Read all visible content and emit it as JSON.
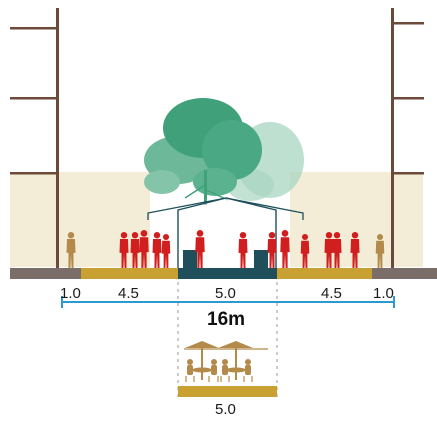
{
  "colors": {
    "building": "#6b4a3a",
    "sidewalk": "#7b6e68",
    "path": "#c9a032",
    "pavilion": "#1e4f5a",
    "tree": "#3fa07a",
    "tree_light": "#a8d5c2",
    "people_red": "#d11f1f",
    "people_tan": "#b38a4a",
    "dimension": "#2b9ad1",
    "haze": "#f3ecd6"
  },
  "dimensions": {
    "segments": [
      {
        "label": "1.0",
        "value": 1.0
      },
      {
        "label": "4.5",
        "value": 4.5
      },
      {
        "label": "5.0",
        "value": 5.0
      },
      {
        "label": "4.5",
        "value": 4.5
      },
      {
        "label": "1.0",
        "value": 1.0
      }
    ],
    "total_label": "16m",
    "total_value": 16,
    "inset_label": "5.0",
    "inset_value": 5.0
  },
  "icons": {
    "tree": "tree-icon",
    "pavilion": "pavilion-icon",
    "pedestrian": "pedestrian-icon",
    "cafe_table": "cafe-table-umbrella-icon"
  }
}
